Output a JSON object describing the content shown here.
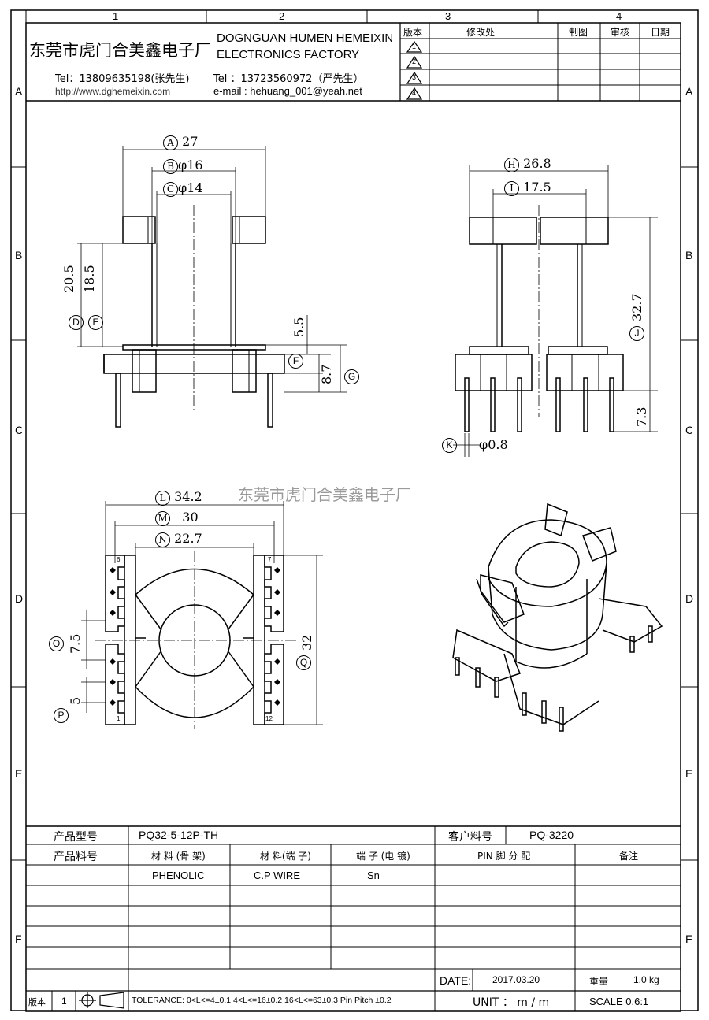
{
  "title_block": {
    "company_cn": "东莞市虎门合美鑫电子厂",
    "company_en_line1": "DOGNGUAN HUMEN HEMEIXIN",
    "company_en_line2": "ELECTRONICS FACTORY",
    "tel1": "Tel：13809635198(张先生)",
    "tel2": "Tel ：13723560972（严先生）",
    "website": "http://www.dghemeixin.com",
    "email": "e-mail : hehuang_001@yeah.net"
  },
  "grid": {
    "columns": [
      "1",
      "2",
      "3",
      "4"
    ],
    "rows": [
      "A",
      "B",
      "C",
      "D",
      "E",
      "F"
    ]
  },
  "revision_table": {
    "headers": [
      "版本",
      "修改处",
      "制图",
      "审核",
      "日期"
    ],
    "revisions": [
      "1",
      "2",
      "3",
      "4"
    ]
  },
  "watermark": "东莞市虎门合美鑫电子厂",
  "dimensions": {
    "A": {
      "label": "A",
      "value": "27"
    },
    "B": {
      "label": "B",
      "value": "φ16"
    },
    "C": {
      "label": "C",
      "value": "φ14"
    },
    "D": {
      "label": "D",
      "value": "20.5"
    },
    "E": {
      "label": "E",
      "value": "18.5"
    },
    "five_five": "5.5",
    "F": {
      "label": "F",
      "value": "8.7"
    },
    "G": {
      "label": "G"
    },
    "H": {
      "label": "H",
      "value": "26.8"
    },
    "I": {
      "label": "I",
      "value": "17.5"
    },
    "J": {
      "label": "J",
      "value": "32.7"
    },
    "seven_three": "7.3",
    "K": {
      "label": "K",
      "value": "φ0.8"
    },
    "L": {
      "label": "L",
      "value": "34.2"
    },
    "M": {
      "label": "M",
      "value": "30"
    },
    "N": {
      "label": "N",
      "value": "22.7"
    },
    "O": {
      "label": "O",
      "value": "7.5"
    },
    "P": {
      "label": "P",
      "value": "5"
    },
    "Q": {
      "label": "Q",
      "value": "32"
    },
    "pin_numbers": [
      "6",
      "7",
      "1",
      "12"
    ]
  },
  "product": {
    "model_label": "产品型号",
    "model_value": "PQ32-5-12P-TH",
    "customer_label": "客户料号",
    "customer_value": "PQ-3220",
    "part_label": "产品料号",
    "material_bobbin_label": "材 料 (骨 架)",
    "material_pin_label": "材 料(端 子)",
    "terminal_label": "端 子 (电 镀)",
    "pin_assign_label": "PIN 脚 分 配",
    "remark_label": "备注",
    "material_bobbin": "PHENOLIC",
    "material_pin": "C.P WIRE",
    "terminal": "Sn"
  },
  "footer": {
    "date_label": "DATE:",
    "date_value": "2017.03.20",
    "weight_label": "重量",
    "weight_value": "1.0 kg",
    "version_label": "版本",
    "version_value": "1",
    "tolerance": "TOLERANCE:  0<L<=4±0.1  4<L<=16±0.2  16<L<=63±0.3  Pin Pitch  ±0.2",
    "unit": "UNIT ： m / m",
    "scale": "SCALE  0.6:1"
  }
}
